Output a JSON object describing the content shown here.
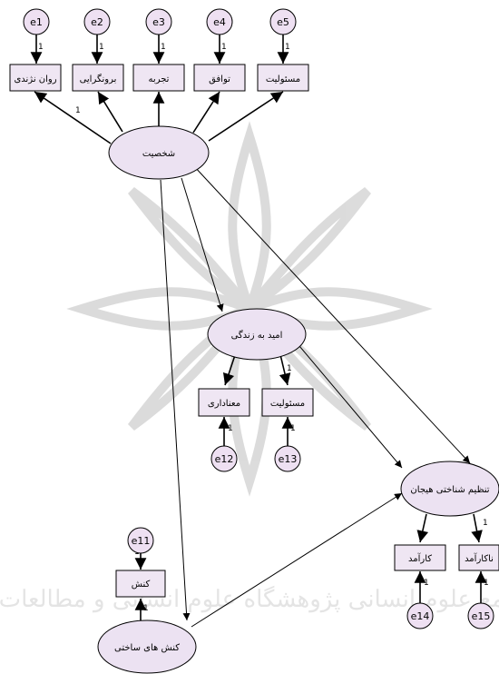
{
  "latent": {
    "personality": "شخصیت",
    "hope": "امید به زندگی",
    "emotion_regulation": "تنظیم شناختی هیجان",
    "structural_action": "کنش های ساختی"
  },
  "indicators": {
    "neuroticism": "روان نژندی",
    "extraversion": "برونگرایی",
    "experience": "تجربه",
    "agreeableness": "توافق",
    "conscientiousness": "مسئولیت",
    "meaning": "معناداری",
    "responsibility": "مسئولیت",
    "adaptive": "کارآمد",
    "maladaptive": "ناکارآمد",
    "action": "کنش"
  },
  "errors": {
    "e1": "e1",
    "e2": "e2",
    "e3": "e3",
    "e4": "e4",
    "e5": "e5",
    "e11": "e11",
    "e12": "e12",
    "e13": "e13",
    "e14": "e14",
    "e15": "e15"
  },
  "path_labels": {
    "one": "1"
  },
  "watermark": {
    "line1": "پرتال جامع علوم انسانی پژوهشگاه علوم انسانی و مطالعات فرهنگی"
  },
  "colors": {
    "node_fill": "#efe6f3",
    "watermark": "#cfcfcf"
  }
}
